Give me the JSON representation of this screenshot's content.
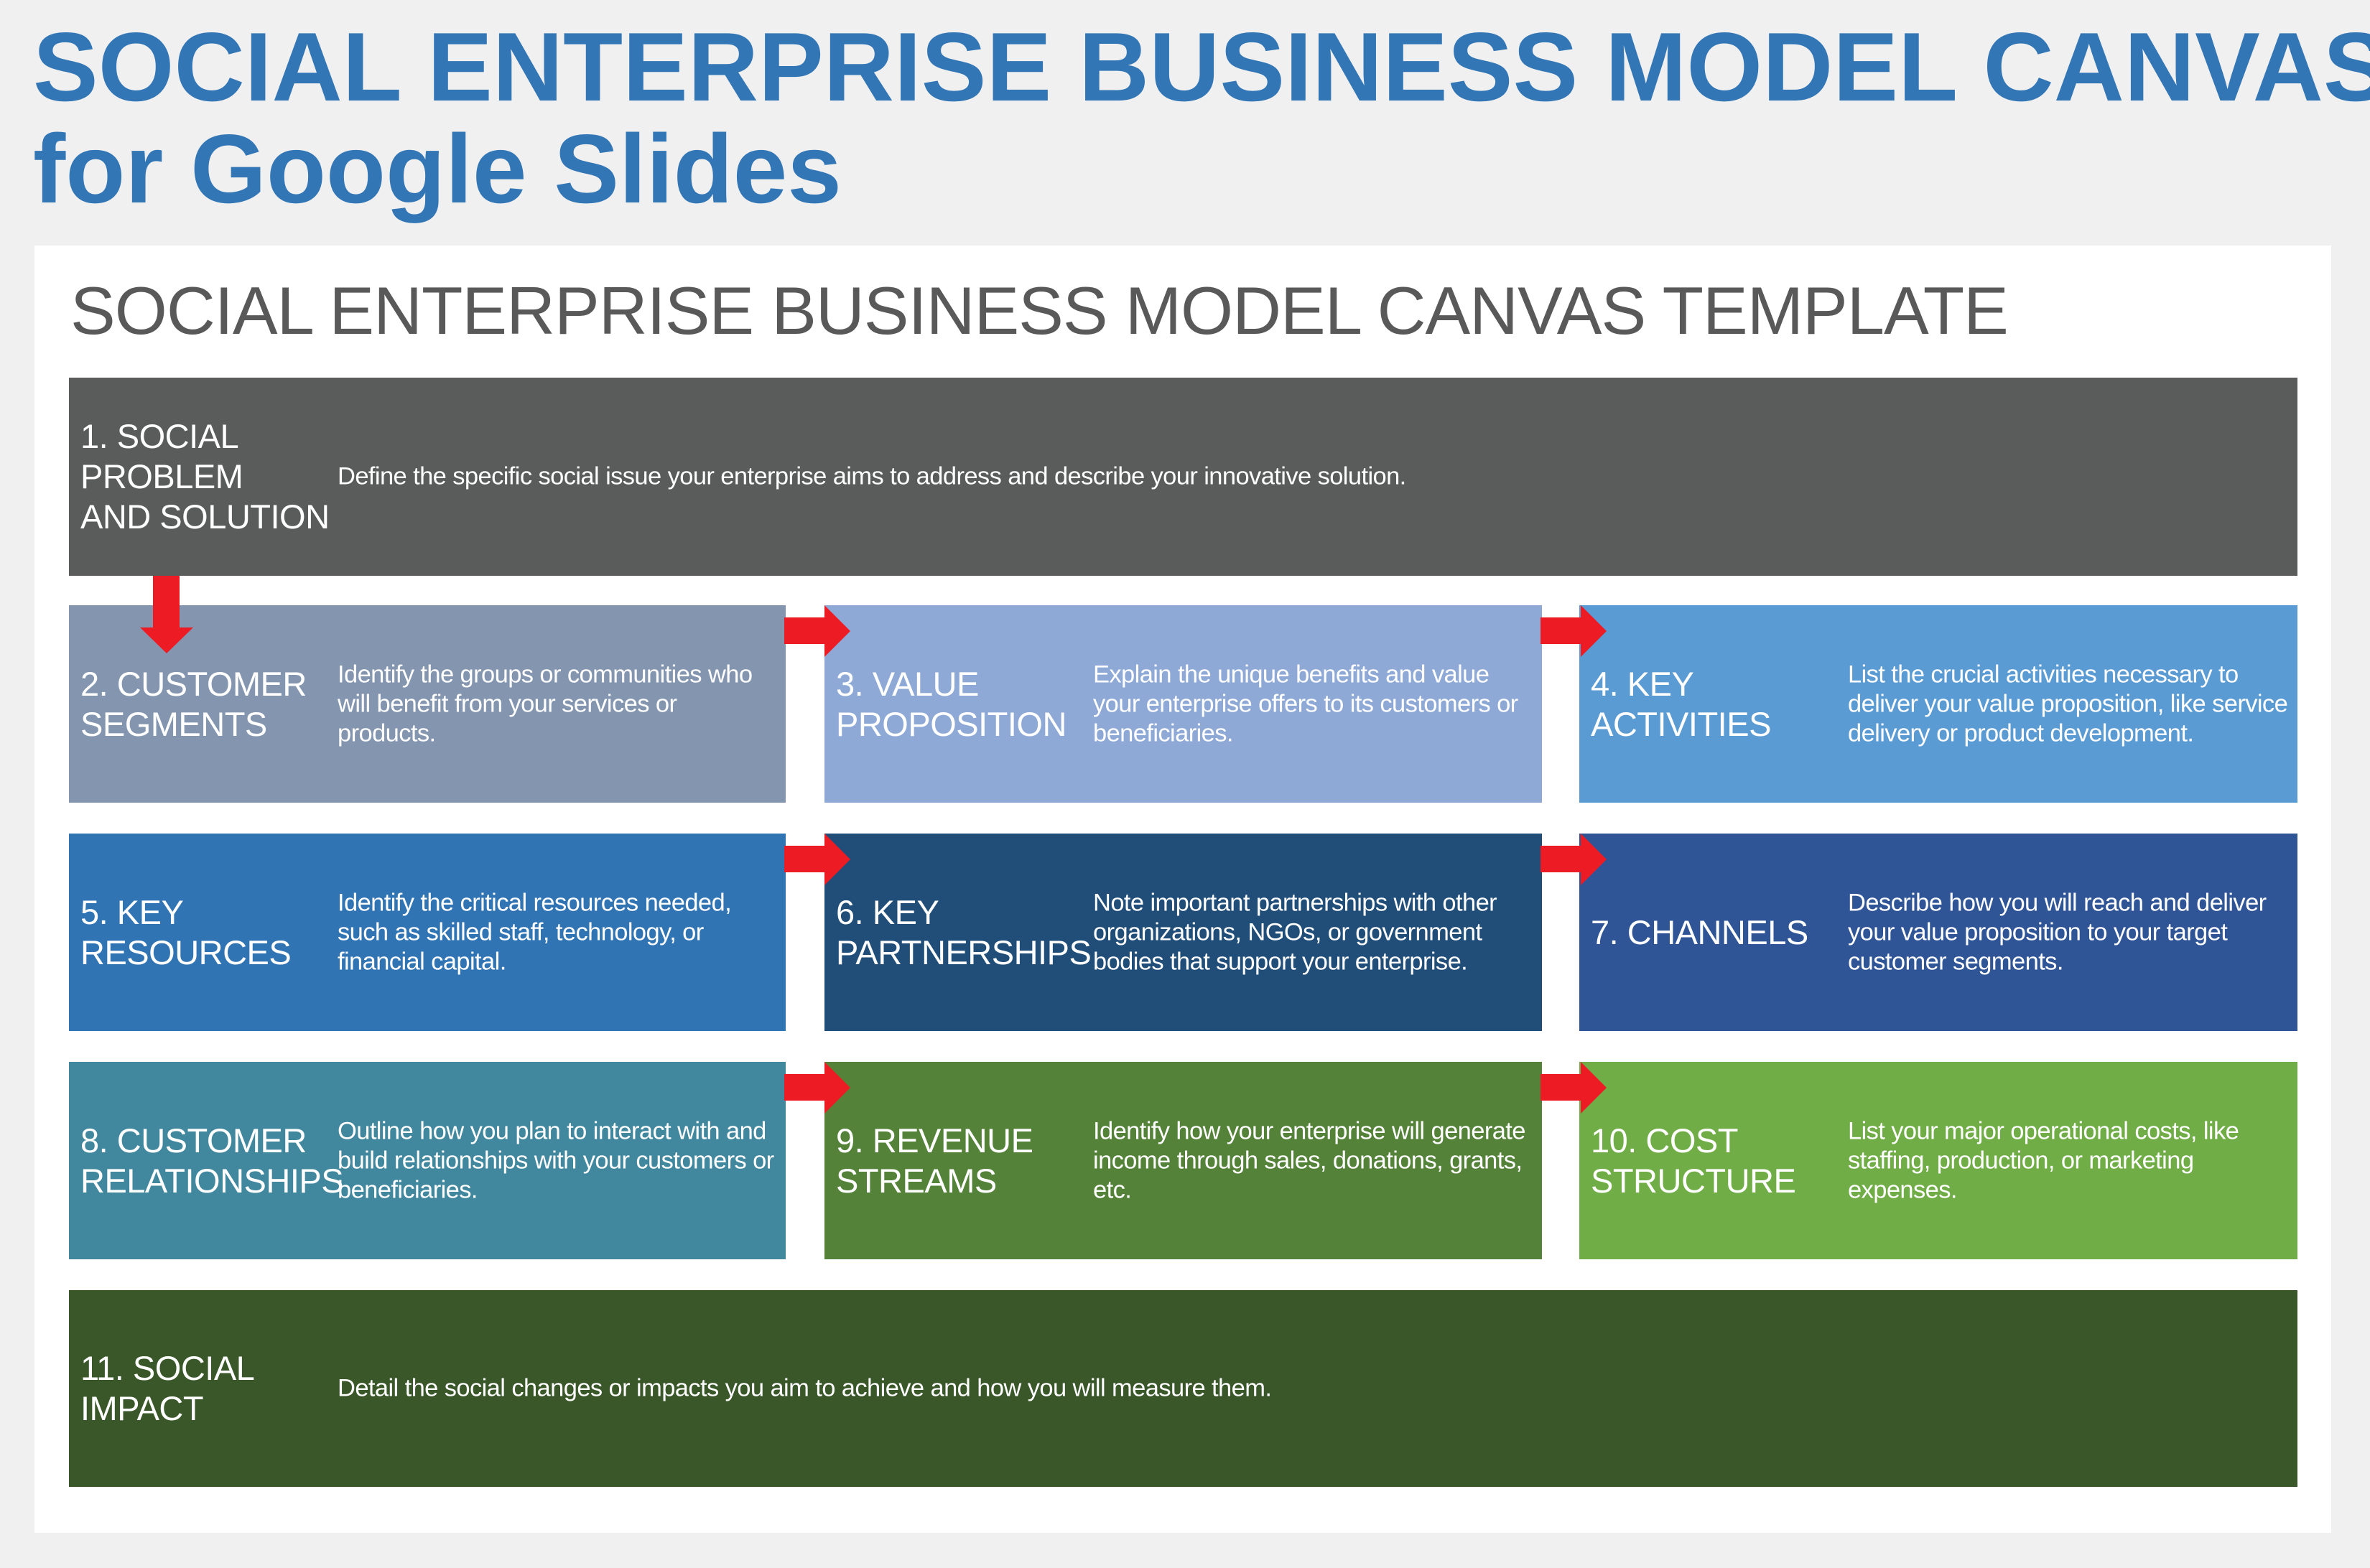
{
  "header": {
    "title_line1": "SOCIAL ENTERPRISE BUSINESS MODEL CANVAS TEMPLATE",
    "title_line2": "for Google Slides",
    "color": "#3276B5"
  },
  "slide": {
    "title": "SOCIAL ENTERPRISE BUSINESS MODEL CANVAS TEMPLATE",
    "title_color": "#595959",
    "arrow_color": "#ED1C24",
    "arrow_icon": "red-arrow-icon",
    "blocks": [
      {
        "number": "1.",
        "label": "1. SOCIAL\nPROBLEM\nAND SOLUTION",
        "description": "Define the specific social issue your enterprise aims to address and describe your innovative solution.",
        "color": "#5A5C5B"
      },
      {
        "label": "2. CUSTOMER\nSEGMENTS",
        "description": "Identify the groups or communities who will benefit from your services or products.",
        "color": "#8496AF"
      },
      {
        "label": "3. VALUE\nPROPOSITION",
        "description": "Explain the unique benefits and value your enterprise offers to its customers or beneficiaries.",
        "color": "#8EA9D6"
      },
      {
        "label": "4. KEY\nACTIVITIES",
        "description": "List the crucial activities necessary to deliver your value proposition, like service delivery or product development.",
        "color": "#5B9BD3"
      },
      {
        "label": "5. KEY\nRESOURCES",
        "description": "Identify the critical resources needed, such as skilled staff, technology, or financial capital.",
        "color": "#3174B4"
      },
      {
        "label": "6. KEY\nPARTNERSHIPS",
        "description": "Note important partnerships with other organizations, NGOs, or government bodies that support your enterprise.",
        "color": "#204E78"
      },
      {
        "label": "7. CHANNELS",
        "description": "Describe how you will reach and deliver your value proposition to your target customer segments.",
        "color": "#2F5596"
      },
      {
        "label": "8. CUSTOMER\nRELATIONSHIPS",
        "description": "Outline how you plan to interact with and build relationships with your customers or beneficiaries.",
        "color": "#41889F"
      },
      {
        "label": "9. REVENUE\nSTREAMS",
        "description": "Identify how your enterprise will generate income through sales, donations, grants, etc.",
        "color": "#548239"
      },
      {
        "label": "10. COST\nSTRUCTURE",
        "description": "List your major operational costs, like staffing, production, or marketing expenses.",
        "color": "#70AD46"
      },
      {
        "label": "11. SOCIAL\nIMPACT",
        "description": "Detail the social changes or impacts you aim to achieve and how you will measure them.",
        "color": "#3A5729"
      }
    ]
  }
}
